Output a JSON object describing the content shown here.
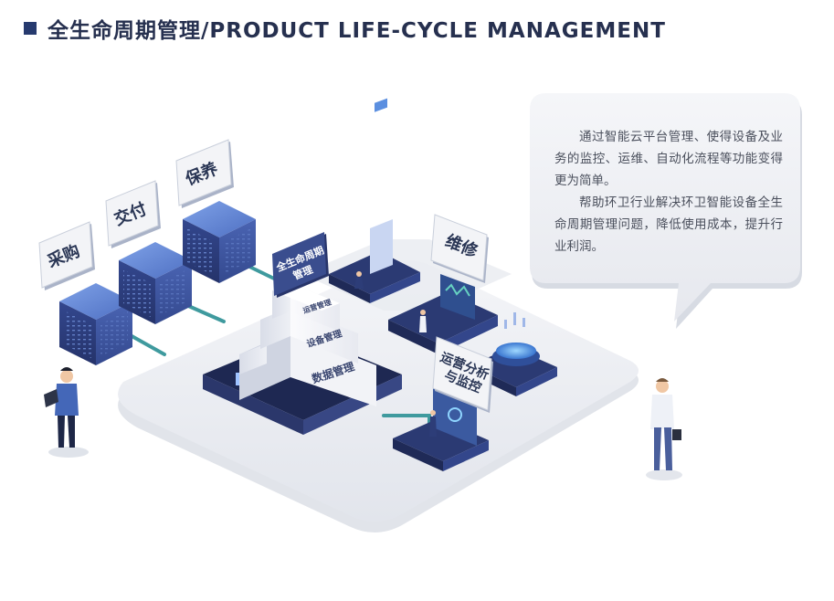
{
  "header": {
    "title": "全生命周期管理/PRODUCT LIFE-CYCLE MANAGEMENT"
  },
  "signs": {
    "procurement": "采购",
    "delivery": "交付",
    "warranty": "保养",
    "maintenance": "维修",
    "ops_analysis_line1": "运营分析",
    "ops_analysis_line2": "与监控"
  },
  "pyramid": {
    "top_sign_line1": "全生命周期",
    "top_sign_line2": "管理",
    "layer_top": "运营管理",
    "layer_middle": "设备管理",
    "layer_bottom": "数据管理"
  },
  "bubble": {
    "paragraph1": "通过智能云平台管理、使得设备及业务的监控、运维、自动化流程等功能变得更为简单。",
    "paragraph2": "帮助环卫行业解决环卫智能设备全生命周期管理问题，降低使用成本，提升行业利润。"
  },
  "colors": {
    "title": "#26304f",
    "accent_dark": "#263a6e",
    "server_blue": "#3e5aa8",
    "connector_teal": "#3f9a9e",
    "platform_grey": "#eceef3"
  }
}
